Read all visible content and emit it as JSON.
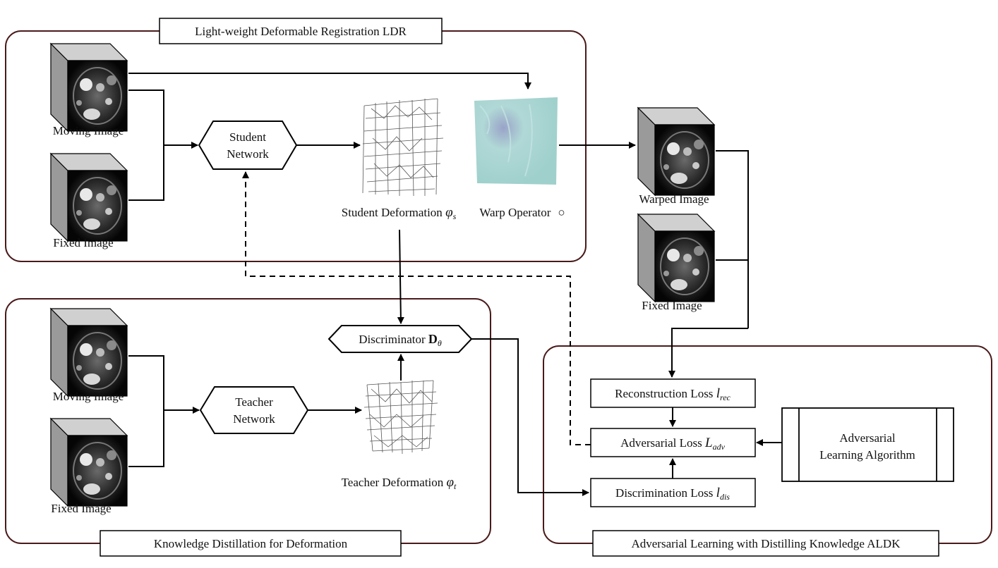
{
  "panels": {
    "ldr": {
      "title": "Light-weight Deformable Registration LDR"
    },
    "kdd": {
      "title": "Knowledge Distillation for Deformation"
    },
    "aldk": {
      "title": "Adversarial Learning with Distilling Knowledge ALDK"
    }
  },
  "images": {
    "moving_top": "Moving Image",
    "fixed_top": "Fixed Image",
    "moving_bottom": "Moving Image",
    "fixed_bottom": "Fixed Image",
    "warped": "Warped Image",
    "fixed_right": "Fixed Image"
  },
  "nodes": {
    "student_line1": "Student",
    "student_line2": "Network",
    "teacher_line1": "Teacher",
    "teacher_line2": "Network",
    "discriminator_text": "Discriminator ",
    "discriminator_sym": "D",
    "discriminator_sub": "θ",
    "student_def_text": "Student Deformation ",
    "student_def_sym": "φ",
    "student_def_sub": "s",
    "teacher_def_text": "Teacher Deformation ",
    "teacher_def_sym": "φ",
    "teacher_def_sub": "t",
    "warp_text": "Warp Operator",
    "warp_symbol": "○"
  },
  "losses": {
    "rec_text": "Reconstruction Loss ",
    "rec_sym": "l",
    "rec_sub": "rec",
    "adv_text": "Adversarial Loss ",
    "adv_sym": "L",
    "adv_sub": "adv",
    "dis_text": "Discrimination Loss ",
    "dis_sym": "l",
    "dis_sub": "dis"
  },
  "algorithm": {
    "line1": "Adversarial",
    "line2": "Learning Algorithm"
  },
  "colors": {
    "panel_border": "#4a1a1a",
    "line": "#000000",
    "warp_field": "#a9d6d4"
  }
}
